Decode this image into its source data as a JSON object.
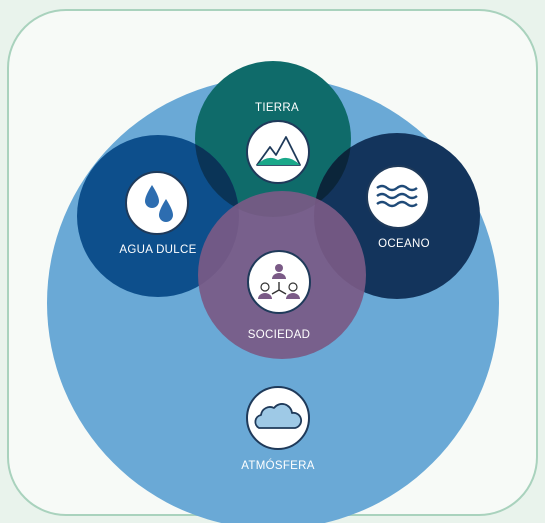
{
  "diagram": {
    "labels": {
      "tierra": "TIERRA",
      "agua_dulce": "AGUA DULCE",
      "oceano": "OCEANO",
      "sociedad": "SOCIEDAD",
      "atmosfera": "ATMÓSFERA"
    },
    "colors": {
      "background": "#e9f3ec",
      "panel": "#f7faf7",
      "panel_border": "#a9d2bd",
      "atmosfera": "#6aa9d6",
      "tierra": "#0f6b6a",
      "agua_dulce": "#0d4f8c",
      "oceano": "#13345c",
      "sociedad": "#7a5a86",
      "icon_stroke": "#1f3a5a"
    },
    "icons": {
      "tierra": "mountain-icon",
      "agua_dulce": "water-drops-icon",
      "oceano": "waves-icon",
      "sociedad": "people-network-icon",
      "atmosfera": "cloud-icon"
    }
  }
}
